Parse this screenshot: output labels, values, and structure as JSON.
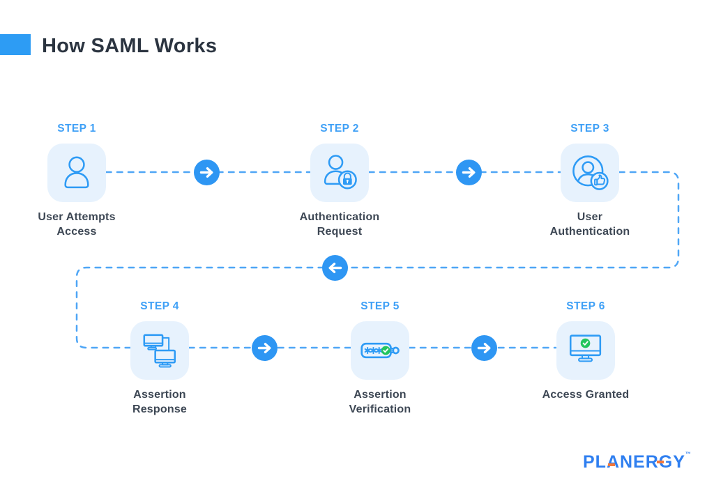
{
  "title": "How SAML Works",
  "colors": {
    "accent": "#2D9CF4",
    "icon_stroke": "#2E9BF5",
    "dashed_line": "#4FA6F6",
    "step_label": "#3FA0F6",
    "icon_box_bg": "#E7F2FD",
    "heading_text": "#2B3440",
    "caption_text": "#3D4754",
    "success_green": "#22C55E",
    "arrow_circle": "#2E96F3",
    "logo_blue": "#2F7FF0",
    "logo_orange": "#F4783B",
    "background": "#FFFFFF"
  },
  "steps": [
    {
      "label": "STEP 1",
      "caption": "User Attempts Access",
      "icon": "user-icon"
    },
    {
      "label": "STEP 2",
      "caption": "Authentication Request",
      "icon": "user-lock-icon"
    },
    {
      "label": "STEP 3",
      "caption": "User Authentication",
      "icon": "user-approved-icon"
    },
    {
      "label": "STEP 4",
      "caption": "Assertion Response",
      "icon": "computers-connected-icon"
    },
    {
      "label": "STEP 5",
      "caption": "Assertion Verification",
      "icon": "password-verified-icon"
    },
    {
      "label": "STEP 6",
      "caption": "Access Granted",
      "icon": "monitor-check-icon"
    }
  ],
  "logo": {
    "text": "PLANERGY",
    "trademark": "™"
  }
}
